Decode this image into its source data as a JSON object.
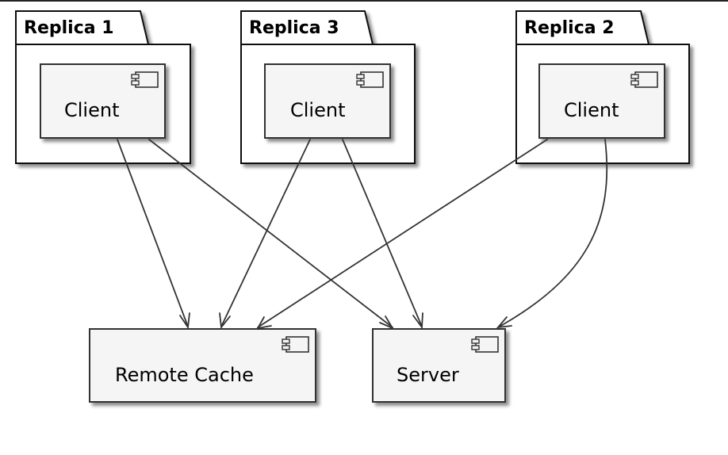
{
  "diagram": {
    "packages": [
      {
        "id": "replica-1",
        "title": "Replica 1"
      },
      {
        "id": "replica-3",
        "title": "Replica 3"
      },
      {
        "id": "replica-2",
        "title": "Replica 2"
      }
    ],
    "components": [
      {
        "id": "client-1",
        "label": "Client",
        "package": "replica-1"
      },
      {
        "id": "client-3",
        "label": "Client",
        "package": "replica-3"
      },
      {
        "id": "client-2",
        "label": "Client",
        "package": "replica-2"
      },
      {
        "id": "remote-cache",
        "label": "Remote Cache"
      },
      {
        "id": "server",
        "label": "Server"
      }
    ],
    "edges": [
      {
        "from": "client-1",
        "to": "remote-cache"
      },
      {
        "from": "client-1",
        "to": "server"
      },
      {
        "from": "client-3",
        "to": "remote-cache"
      },
      {
        "from": "client-3",
        "to": "server"
      },
      {
        "from": "client-2",
        "to": "remote-cache"
      },
      {
        "from": "client-2",
        "to": "server"
      }
    ],
    "colors": {
      "node_fill": "#f5f5f5",
      "package_fill": "#ffffff",
      "stroke": "#222222",
      "edge": "#333333",
      "shadow": "#bbbbbb"
    }
  }
}
